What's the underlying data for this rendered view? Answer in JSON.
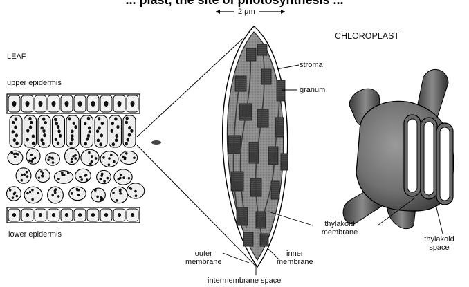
{
  "header_text": "... plast, the site of photosynthesis ...",
  "labels": {
    "leaf": "LEAF",
    "upper_epidermis": "upper epidermis",
    "lower_epidermis": "lower epidermis",
    "scale": "2 μm",
    "chloroplast": "CHLOROPLAST",
    "stroma": "stroma",
    "granum": "granum",
    "thylakoid_membrane": [
      "thylakoid",
      "membrane"
    ],
    "outer_membrane": [
      "outer",
      "membrane"
    ],
    "inner_membrane": [
      "inner",
      "membrane"
    ],
    "intermembrane_space": "intermembrane space",
    "thylakoid_space": [
      "thylakoid",
      "space"
    ]
  },
  "colors": {
    "ink": "#111111",
    "chloroplast_fill": "#8a8a8a",
    "stack_fill": "#4a4a4a",
    "cell_fill": "#f0f0f0"
  }
}
